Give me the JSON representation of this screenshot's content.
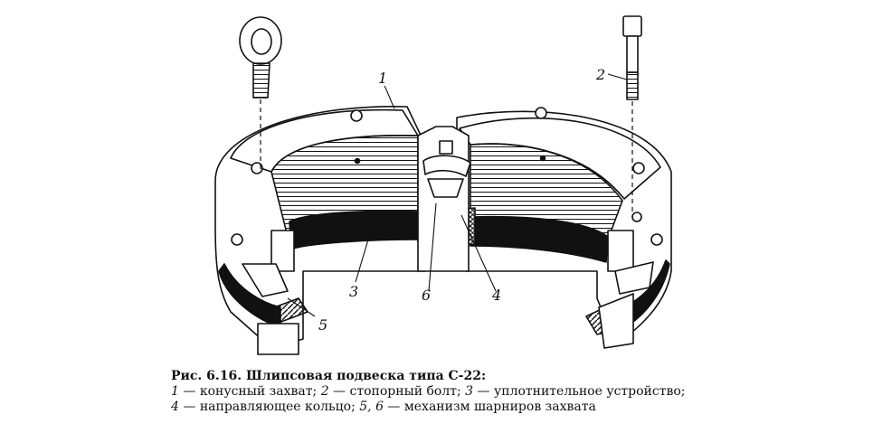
{
  "figure": {
    "callouts": [
      "1",
      "2",
      "3",
      "4",
      "5",
      "6"
    ]
  },
  "caption": {
    "title": "Рис. 6.16. Шлипсовая подвеска типа С-22:",
    "line1": [
      {
        "n": "1",
        "t": " — конусный захват; "
      },
      {
        "n": "2",
        "t": " — стопорный болт; "
      },
      {
        "n": "3",
        "t": " — уплотнительное устройство;"
      }
    ],
    "line2": [
      {
        "n": "4",
        "t": " — направляющее кольцо; "
      },
      {
        "n": "5, 6",
        "t": " — механизм шарниров захвата"
      }
    ]
  }
}
